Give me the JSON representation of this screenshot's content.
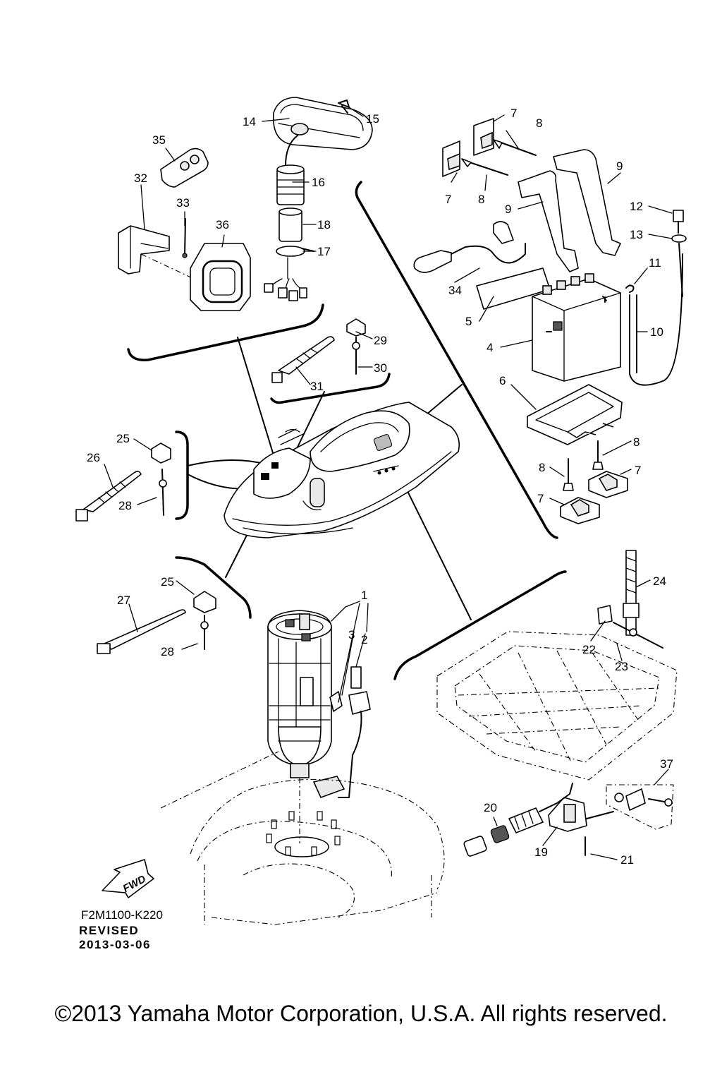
{
  "document": {
    "code": "F2M1100-K220",
    "revised_label": "REVISED",
    "revised_date": "2013-03-06",
    "fwd_label": "FWD"
  },
  "copyright": "©2013 Yamaha Motor Corporation, U.S.A. All rights reserved.",
  "callouts": {
    "c1": "1",
    "c2": "2",
    "c3": "3",
    "c4": "4",
    "c5": "5",
    "c6": "6",
    "c7a": "7",
    "c7b": "7",
    "c7c": "7",
    "c7d": "7",
    "c8a": "8",
    "c8b": "8",
    "c8c": "8",
    "c8d": "8",
    "c9a": "9",
    "c9b": "9",
    "c10": "10",
    "c11": "11",
    "c12": "12",
    "c13": "13",
    "c14": "14",
    "c15": "15",
    "c16": "16",
    "c17": "17",
    "c18": "18",
    "c19": "19",
    "c20": "20",
    "c21": "21",
    "c22": "22",
    "c23": "23",
    "c24": "24",
    "c25a": "25",
    "c25b": "25",
    "c26": "26",
    "c27": "27",
    "c28a": "28",
    "c28b": "28",
    "c29": "29",
    "c30": "30",
    "c31": "31",
    "c32": "32",
    "c33": "33",
    "c34": "34",
    "c35": "35",
    "c36": "36",
    "c37": "37"
  }
}
